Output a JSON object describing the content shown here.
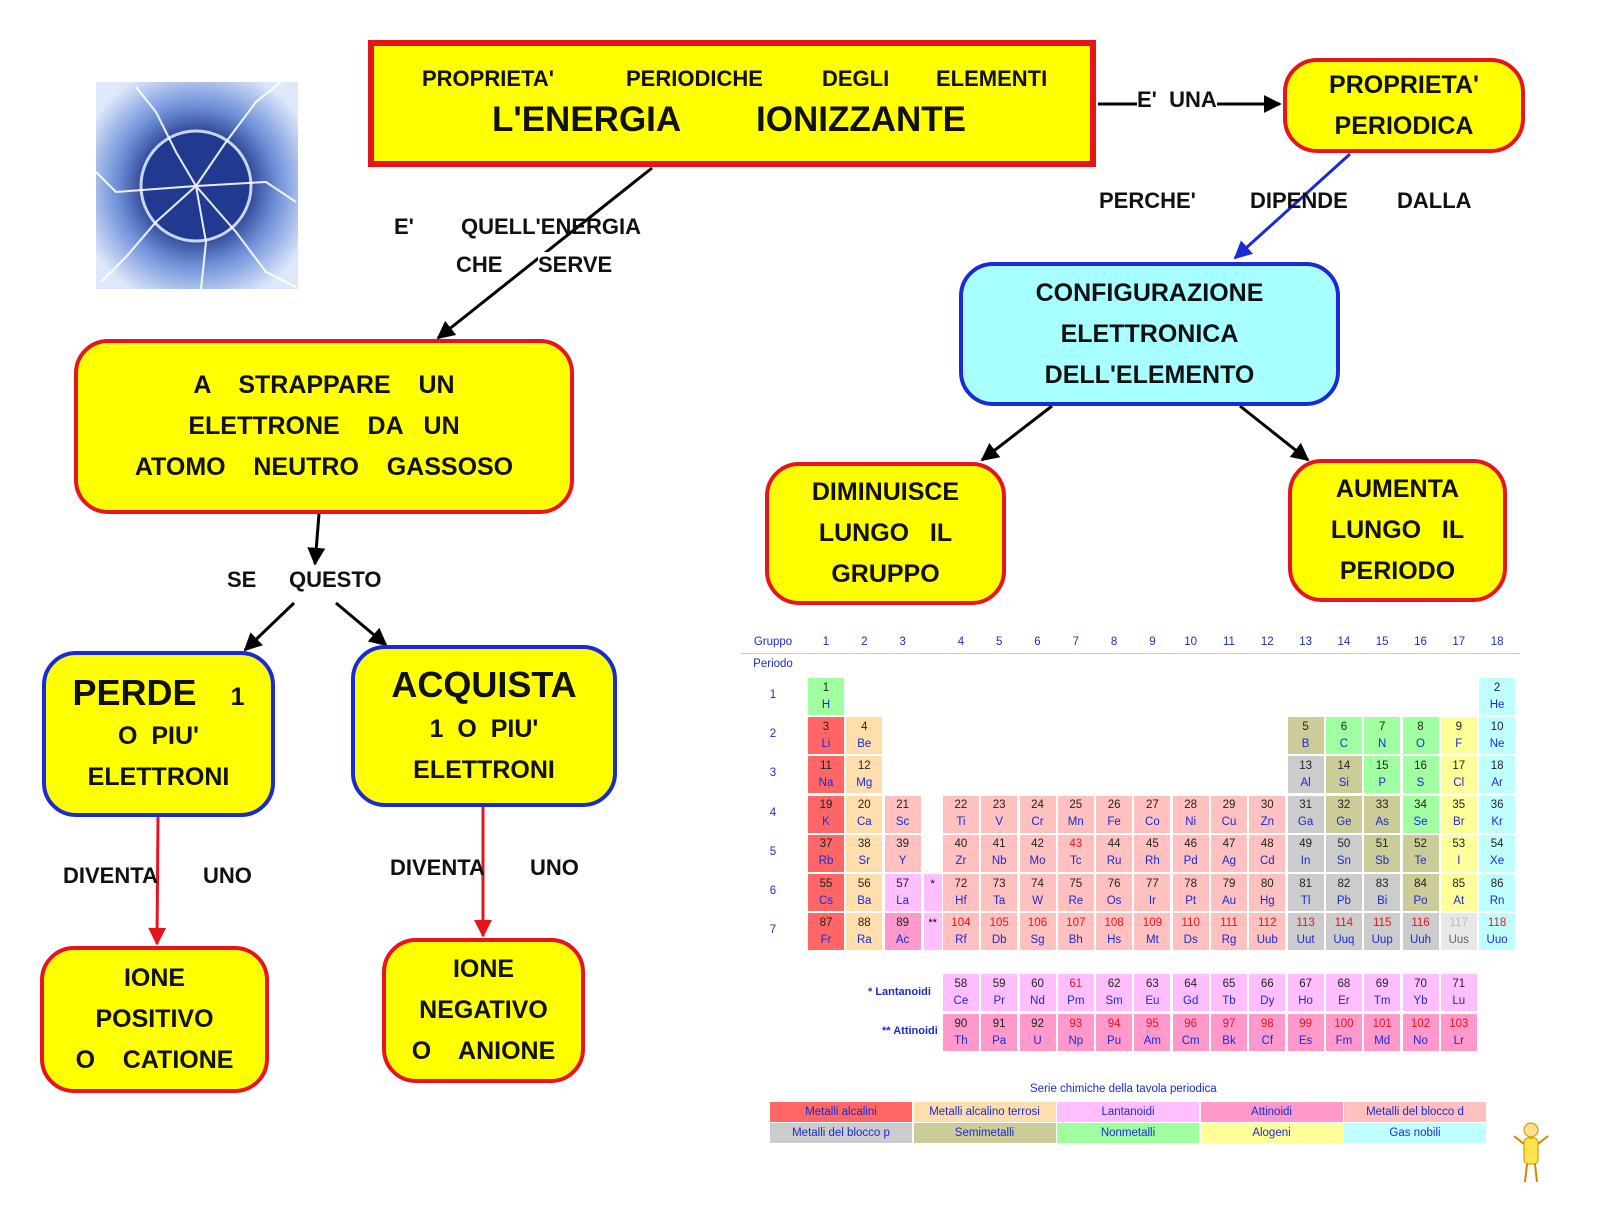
{
  "title": {
    "line1": [
      "PROPRIETA'",
      "PERIODICHE",
      "DEGLI",
      "ELEMENTI"
    ],
    "line2": [
      "L'ENERGIA",
      "IONIZZANTE"
    ]
  },
  "nodes": {
    "periodica": [
      "PROPRIETA'",
      "PERIODICA"
    ],
    "strappare": [
      "A    STRAPPARE    UN",
      "ELETTRONE    DA   UN",
      "ATOMO    NEUTRO    GASSOSO"
    ],
    "configurazione": [
      "CONFIGURAZIONE",
      "ELETTRONICA",
      "DELL'ELEMENTO"
    ],
    "diminuisce": [
      "DIMINUISCE",
      "LUNGO   IL",
      "GRUPPO"
    ],
    "aumenta": [
      "AUMENTA",
      "LUNGO   IL",
      "PERIODO"
    ],
    "perde": [
      "PERDE",
      "1",
      "O  PIU'",
      "ELETTRONI"
    ],
    "acquista": [
      "ACQUISTA",
      "1  O  PIU'",
      "ELETTRONI"
    ],
    "catione": [
      "IONE",
      "POSITIVO",
      "O    CATIONE"
    ],
    "anione": [
      "IONE",
      "NEGATIVO",
      "O    ANIONE"
    ]
  },
  "links": {
    "e_una": "E'  UNA",
    "perche": [
      "PERCHE'",
      "DIPENDE",
      "DALLA"
    ],
    "quell_energia": [
      "E'",
      "QUELL'ENERGIA"
    ],
    "che_serve": [
      "CHE",
      "SERVE"
    ],
    "se_questo": [
      "SE",
      "QUESTO"
    ],
    "diventa_uno_1": [
      "DIVENTA",
      "UNO"
    ],
    "diventa_uno_2": [
      "DIVENTA",
      "UNO"
    ]
  },
  "periodic_table": {
    "group_label": "Gruppo",
    "period_label": "Periodo",
    "groups": [
      "1",
      "2",
      "3",
      "4",
      "5",
      "6",
      "7",
      "8",
      "9",
      "10",
      "11",
      "12",
      "13",
      "14",
      "15",
      "16",
      "17",
      "18"
    ],
    "periods": [
      "1",
      "2",
      "3",
      "4",
      "5",
      "6",
      "7"
    ],
    "lanthanoids_label": "* Lantanoidi",
    "actinoids_label": "** Attinoidi",
    "star": "*",
    "double_star": "**",
    "legend_title": "Serie chimiche della tavola periodica",
    "colors": {
      "alk": "#ff6666",
      "ae": "#ffdead",
      "lan": "#ffbfff",
      "act": "#ff99cc",
      "tm": "#ffc0c0",
      "pm": "#cccccc",
      "sm": "#cccc99",
      "nm": "#a0ffa0",
      "hal": "#ffff99",
      "ng": "#c0ffff",
      "unk": "#e8e8e8"
    },
    "legend": [
      {
        "label": "Metalli alcalini",
        "cat": "alk"
      },
      {
        "label": "Metalli alcalino terrosi",
        "cat": "ae"
      },
      {
        "label": "Lantanoidi",
        "cat": "lan"
      },
      {
        "label": "Attinoidi",
        "cat": "act"
      },
      {
        "label": "Metalli del blocco d",
        "cat": "tm"
      },
      {
        "label": "Metalli del blocco p",
        "cat": "pm"
      },
      {
        "label": "Semimetalli",
        "cat": "sm"
      },
      {
        "label": "Nonmetalli",
        "cat": "nm"
      },
      {
        "label": "Alogeni",
        "cat": "hal"
      },
      {
        "label": "Gas nobili",
        "cat": "ng"
      }
    ],
    "elements": [
      {
        "z": "1",
        "s": "H",
        "p": 1,
        "g": 1,
        "c": "nm"
      },
      {
        "z": "2",
        "s": "He",
        "p": 1,
        "g": 18,
        "c": "ng"
      },
      {
        "z": "3",
        "s": "Li",
        "p": 2,
        "g": 1,
        "c": "alk"
      },
      {
        "z": "4",
        "s": "Be",
        "p": 2,
        "g": 2,
        "c": "ae"
      },
      {
        "z": "5",
        "s": "B",
        "p": 2,
        "g": 13,
        "c": "sm"
      },
      {
        "z": "6",
        "s": "C",
        "p": 2,
        "g": 14,
        "c": "nm"
      },
      {
        "z": "7",
        "s": "N",
        "p": 2,
        "g": 15,
        "c": "nm"
      },
      {
        "z": "8",
        "s": "O",
        "p": 2,
        "g": 16,
        "c": "nm"
      },
      {
        "z": "9",
        "s": "F",
        "p": 2,
        "g": 17,
        "c": "hal"
      },
      {
        "z": "10",
        "s": "Ne",
        "p": 2,
        "g": 18,
        "c": "ng"
      },
      {
        "z": "11",
        "s": "Na",
        "p": 3,
        "g": 1,
        "c": "alk"
      },
      {
        "z": "12",
        "s": "Mg",
        "p": 3,
        "g": 2,
        "c": "ae"
      },
      {
        "z": "13",
        "s": "Al",
        "p": 3,
        "g": 13,
        "c": "pm"
      },
      {
        "z": "14",
        "s": "Si",
        "p": 3,
        "g": 14,
        "c": "sm"
      },
      {
        "z": "15",
        "s": "P",
        "p": 3,
        "g": 15,
        "c": "nm"
      },
      {
        "z": "16",
        "s": "S",
        "p": 3,
        "g": 16,
        "c": "nm"
      },
      {
        "z": "17",
        "s": "Cl",
        "p": 3,
        "g": 17,
        "c": "hal"
      },
      {
        "z": "18",
        "s": "Ar",
        "p": 3,
        "g": 18,
        "c": "ng"
      },
      {
        "z": "19",
        "s": "K",
        "p": 4,
        "g": 1,
        "c": "alk"
      },
      {
        "z": "20",
        "s": "Ca",
        "p": 4,
        "g": 2,
        "c": "ae"
      },
      {
        "z": "21",
        "s": "Sc",
        "p": 4,
        "g": 3,
        "c": "tm"
      },
      {
        "z": "22",
        "s": "Ti",
        "p": 4,
        "g": 4,
        "c": "tm"
      },
      {
        "z": "23",
        "s": "V",
        "p": 4,
        "g": 5,
        "c": "tm"
      },
      {
        "z": "24",
        "s": "Cr",
        "p": 4,
        "g": 6,
        "c": "tm"
      },
      {
        "z": "25",
        "s": "Mn",
        "p": 4,
        "g": 7,
        "c": "tm"
      },
      {
        "z": "26",
        "s": "Fe",
        "p": 4,
        "g": 8,
        "c": "tm"
      },
      {
        "z": "27",
        "s": "Co",
        "p": 4,
        "g": 9,
        "c": "tm"
      },
      {
        "z": "28",
        "s": "Ni",
        "p": 4,
        "g": 10,
        "c": "tm"
      },
      {
        "z": "29",
        "s": "Cu",
        "p": 4,
        "g": 11,
        "c": "tm"
      },
      {
        "z": "30",
        "s": "Zn",
        "p": 4,
        "g": 12,
        "c": "tm"
      },
      {
        "z": "31",
        "s": "Ga",
        "p": 4,
        "g": 13,
        "c": "pm"
      },
      {
        "z": "32",
        "s": "Ge",
        "p": 4,
        "g": 14,
        "c": "sm"
      },
      {
        "z": "33",
        "s": "As",
        "p": 4,
        "g": 15,
        "c": "sm"
      },
      {
        "z": "34",
        "s": "Se",
        "p": 4,
        "g": 16,
        "c": "nm"
      },
      {
        "z": "35",
        "s": "Br",
        "p": 4,
        "g": 17,
        "c": "hal"
      },
      {
        "z": "36",
        "s": "Kr",
        "p": 4,
        "g": 18,
        "c": "ng"
      },
      {
        "z": "37",
        "s": "Rb",
        "p": 5,
        "g": 1,
        "c": "alk"
      },
      {
        "z": "38",
        "s": "Sr",
        "p": 5,
        "g": 2,
        "c": "ae"
      },
      {
        "z": "39",
        "s": "Y",
        "p": 5,
        "g": 3,
        "c": "tm"
      },
      {
        "z": "40",
        "s": "Zr",
        "p": 5,
        "g": 4,
        "c": "tm"
      },
      {
        "z": "41",
        "s": "Nb",
        "p": 5,
        "g": 5,
        "c": "tm"
      },
      {
        "z": "42",
        "s": "Mo",
        "p": 5,
        "g": 6,
        "c": "tm"
      },
      {
        "z": "43",
        "s": "Tc",
        "p": 5,
        "g": 7,
        "c": "tm",
        "r": 1
      },
      {
        "z": "44",
        "s": "Ru",
        "p": 5,
        "g": 8,
        "c": "tm"
      },
      {
        "z": "45",
        "s": "Rh",
        "p": 5,
        "g": 9,
        "c": "tm"
      },
      {
        "z": "46",
        "s": "Pd",
        "p": 5,
        "g": 10,
        "c": "tm"
      },
      {
        "z": "47",
        "s": "Ag",
        "p": 5,
        "g": 11,
        "c": "tm"
      },
      {
        "z": "48",
        "s": "Cd",
        "p": 5,
        "g": 12,
        "c": "tm"
      },
      {
        "z": "49",
        "s": "In",
        "p": 5,
        "g": 13,
        "c": "pm"
      },
      {
        "z": "50",
        "s": "Sn",
        "p": 5,
        "g": 14,
        "c": "pm"
      },
      {
        "z": "51",
        "s": "Sb",
        "p": 5,
        "g": 15,
        "c": "sm"
      },
      {
        "z": "52",
        "s": "Te",
        "p": 5,
        "g": 16,
        "c": "sm"
      },
      {
        "z": "53",
        "s": "I",
        "p": 5,
        "g": 17,
        "c": "hal"
      },
      {
        "z": "54",
        "s": "Xe",
        "p": 5,
        "g": 18,
        "c": "ng"
      },
      {
        "z": "55",
        "s": "Cs",
        "p": 6,
        "g": 1,
        "c": "alk"
      },
      {
        "z": "56",
        "s": "Ba",
        "p": 6,
        "g": 2,
        "c": "ae"
      },
      {
        "z": "57",
        "s": "La",
        "p": 6,
        "g": 3,
        "c": "lan"
      },
      {
        "z": "72",
        "s": "Hf",
        "p": 6,
        "g": 4,
        "c": "tm"
      },
      {
        "z": "73",
        "s": "Ta",
        "p": 6,
        "g": 5,
        "c": "tm"
      },
      {
        "z": "74",
        "s": "W",
        "p": 6,
        "g": 6,
        "c": "tm"
      },
      {
        "z": "75",
        "s": "Re",
        "p": 6,
        "g": 7,
        "c": "tm"
      },
      {
        "z": "76",
        "s": "Os",
        "p": 6,
        "g": 8,
        "c": "tm"
      },
      {
        "z": "77",
        "s": "Ir",
        "p": 6,
        "g": 9,
        "c": "tm"
      },
      {
        "z": "78",
        "s": "Pt",
        "p": 6,
        "g": 10,
        "c": "tm"
      },
      {
        "z": "79",
        "s": "Au",
        "p": 6,
        "g": 11,
        "c": "tm"
      },
      {
        "z": "80",
        "s": "Hg",
        "p": 6,
        "g": 12,
        "c": "tm"
      },
      {
        "z": "81",
        "s": "Tl",
        "p": 6,
        "g": 13,
        "c": "pm"
      },
      {
        "z": "82",
        "s": "Pb",
        "p": 6,
        "g": 14,
        "c": "pm"
      },
      {
        "z": "83",
        "s": "Bi",
        "p": 6,
        "g": 15,
        "c": "pm"
      },
      {
        "z": "84",
        "s": "Po",
        "p": 6,
        "g": 16,
        "c": "sm"
      },
      {
        "z": "85",
        "s": "At",
        "p": 6,
        "g": 17,
        "c": "hal"
      },
      {
        "z": "86",
        "s": "Rn",
        "p": 6,
        "g": 18,
        "c": "ng"
      },
      {
        "z": "87",
        "s": "Fr",
        "p": 7,
        "g": 1,
        "c": "alk"
      },
      {
        "z": "88",
        "s": "Ra",
        "p": 7,
        "g": 2,
        "c": "ae"
      },
      {
        "z": "89",
        "s": "Ac",
        "p": 7,
        "g": 3,
        "c": "act"
      },
      {
        "z": "104",
        "s": "Rf",
        "p": 7,
        "g": 4,
        "c": "tm",
        "r": 1
      },
      {
        "z": "105",
        "s": "Db",
        "p": 7,
        "g": 5,
        "c": "tm",
        "r": 1
      },
      {
        "z": "106",
        "s": "Sg",
        "p": 7,
        "g": 6,
        "c": "tm",
        "r": 1
      },
      {
        "z": "107",
        "s": "Bh",
        "p": 7,
        "g": 7,
        "c": "tm",
        "r": 1
      },
      {
        "z": "108",
        "s": "Hs",
        "p": 7,
        "g": 8,
        "c": "tm",
        "r": 1
      },
      {
        "z": "109",
        "s": "Mt",
        "p": 7,
        "g": 9,
        "c": "tm",
        "r": 1
      },
      {
        "z": "110",
        "s": "Ds",
        "p": 7,
        "g": 10,
        "c": "tm",
        "r": 1
      },
      {
        "z": "111",
        "s": "Rg",
        "p": 7,
        "g": 11,
        "c": "tm",
        "r": 1
      },
      {
        "z": "112",
        "s": "Uub",
        "p": 7,
        "g": 12,
        "c": "tm",
        "r": 1
      },
      {
        "z": "113",
        "s": "Uut",
        "p": 7,
        "g": 13,
        "c": "pm",
        "r": 1
      },
      {
        "z": "114",
        "s": "Uuq",
        "p": 7,
        "g": 14,
        "c": "pm",
        "r": 1
      },
      {
        "z": "115",
        "s": "Uup",
        "p": 7,
        "g": 15,
        "c": "pm",
        "r": 1
      },
      {
        "z": "116",
        "s": "Uuh",
        "p": 7,
        "g": 16,
        "c": "pm",
        "r": 1
      },
      {
        "z": "117",
        "s": "Uus",
        "p": 7,
        "g": 17,
        "c": "unk",
        "r": 2
      },
      {
        "z": "118",
        "s": "Uuo",
        "p": 7,
        "g": 18,
        "c": "ng",
        "r": 1
      }
    ],
    "lanthanoids": [
      {
        "z": "58",
        "s": "Ce"
      },
      {
        "z": "59",
        "s": "Pr"
      },
      {
        "z": "60",
        "s": "Nd"
      },
      {
        "z": "61",
        "s": "Pm",
        "r": 1
      },
      {
        "z": "62",
        "s": "Sm"
      },
      {
        "z": "63",
        "s": "Eu"
      },
      {
        "z": "64",
        "s": "Gd"
      },
      {
        "z": "65",
        "s": "Tb"
      },
      {
        "z": "66",
        "s": "Dy"
      },
      {
        "z": "67",
        "s": "Ho"
      },
      {
        "z": "68",
        "s": "Er"
      },
      {
        "z": "69",
        "s": "Tm"
      },
      {
        "z": "70",
        "s": "Yb"
      },
      {
        "z": "71",
        "s": "Lu"
      }
    ],
    "actinoids": [
      {
        "z": "90",
        "s": "Th"
      },
      {
        "z": "91",
        "s": "Pa"
      },
      {
        "z": "92",
        "s": "U"
      },
      {
        "z": "93",
        "s": "Np",
        "r": 1
      },
      {
        "z": "94",
        "s": "Pu",
        "r": 1
      },
      {
        "z": "95",
        "s": "Am",
        "r": 1
      },
      {
        "z": "96",
        "s": "Cm",
        "r": 1
      },
      {
        "z": "97",
        "s": "Bk",
        "r": 1
      },
      {
        "z": "98",
        "s": "Cf",
        "r": 1
      },
      {
        "z": "99",
        "s": "Es",
        "r": 1
      },
      {
        "z": "100",
        "s": "Fm",
        "r": 1
      },
      {
        "z": "101",
        "s": "Md",
        "r": 1
      },
      {
        "z": "102",
        "s": "No",
        "r": 1
      },
      {
        "z": "103",
        "s": "Lr",
        "r": 1
      }
    ]
  }
}
